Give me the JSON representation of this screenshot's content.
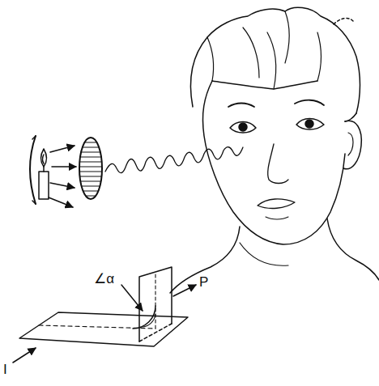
{
  "diagram": {
    "labels": [
      "∠α",
      "P",
      "I"
    ]
  }
}
